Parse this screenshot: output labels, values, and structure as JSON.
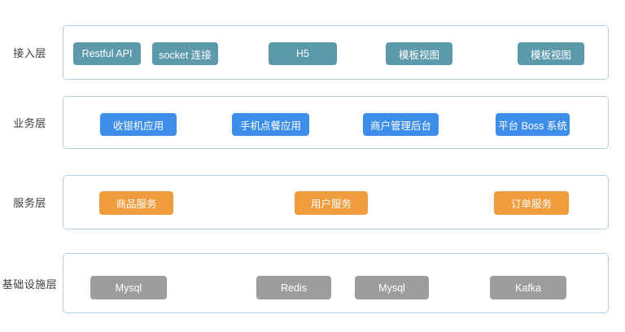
{
  "diagram": {
    "background": "#FFFFFF",
    "container_border_color": "#B9CEDC",
    "label_color": "#3D3D3D",
    "node_text_color": "#FFFFFF",
    "layers": [
      {
        "id": "access",
        "label": "接入层",
        "box_color": "#5C99AB",
        "boxes": [
          "Restful API",
          "socket 连接",
          "H5",
          "模板视图",
          "模板视图"
        ]
      },
      {
        "id": "business",
        "label": "业务层",
        "box_color": "#3D8EE9",
        "boxes": [
          "收银机应用",
          "手机点餐应用",
          "商户管理后台",
          "平台 Boss 系统"
        ]
      },
      {
        "id": "service",
        "label": "服务层",
        "box_color": "#EE9C3E",
        "boxes": [
          "商品服务",
          "用户服务",
          "订单服务"
        ]
      },
      {
        "id": "infrastructure",
        "label": "基础设施层",
        "box_color": "#9D9D9D",
        "boxes": [
          "Mysql",
          "Redis",
          "Mysql",
          "Kafka"
        ]
      }
    ]
  }
}
